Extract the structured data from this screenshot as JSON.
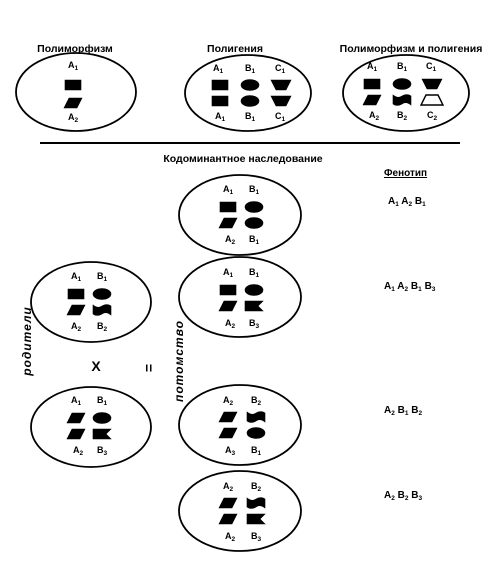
{
  "headers": {
    "polymorphism": "Полиморфизм",
    "polygeny": "Полигения",
    "poly_both": "Полиморфизм и полигения",
    "codominant": "Кодоминантное наследование",
    "phenotype": "Фенотип"
  },
  "side": {
    "parents": "родители",
    "offspring": "потомство",
    "cross": "X",
    "equals": "="
  },
  "alleles": {
    "A1": {
      "b": "A",
      "s": "1"
    },
    "A2": {
      "b": "A",
      "s": "2"
    },
    "A3": {
      "b": "A",
      "s": "3"
    },
    "B1": {
      "b": "B",
      "s": "1"
    },
    "B2": {
      "b": "B",
      "s": "2"
    },
    "B3": {
      "b": "B",
      "s": "3"
    },
    "C1": {
      "b": "C",
      "s": "1"
    },
    "C2": {
      "b": "C",
      "s": "2"
    }
  },
  "phenotypes": [
    [
      "A1",
      "A2",
      "B1"
    ],
    [
      "A1",
      "A2",
      "B1",
      "B3"
    ],
    [
      "A2",
      "B1",
      "B2"
    ],
    [
      "A2",
      "B2",
      "B3"
    ]
  ],
  "colors": {
    "ink": "#000000",
    "background": "#ffffff"
  }
}
